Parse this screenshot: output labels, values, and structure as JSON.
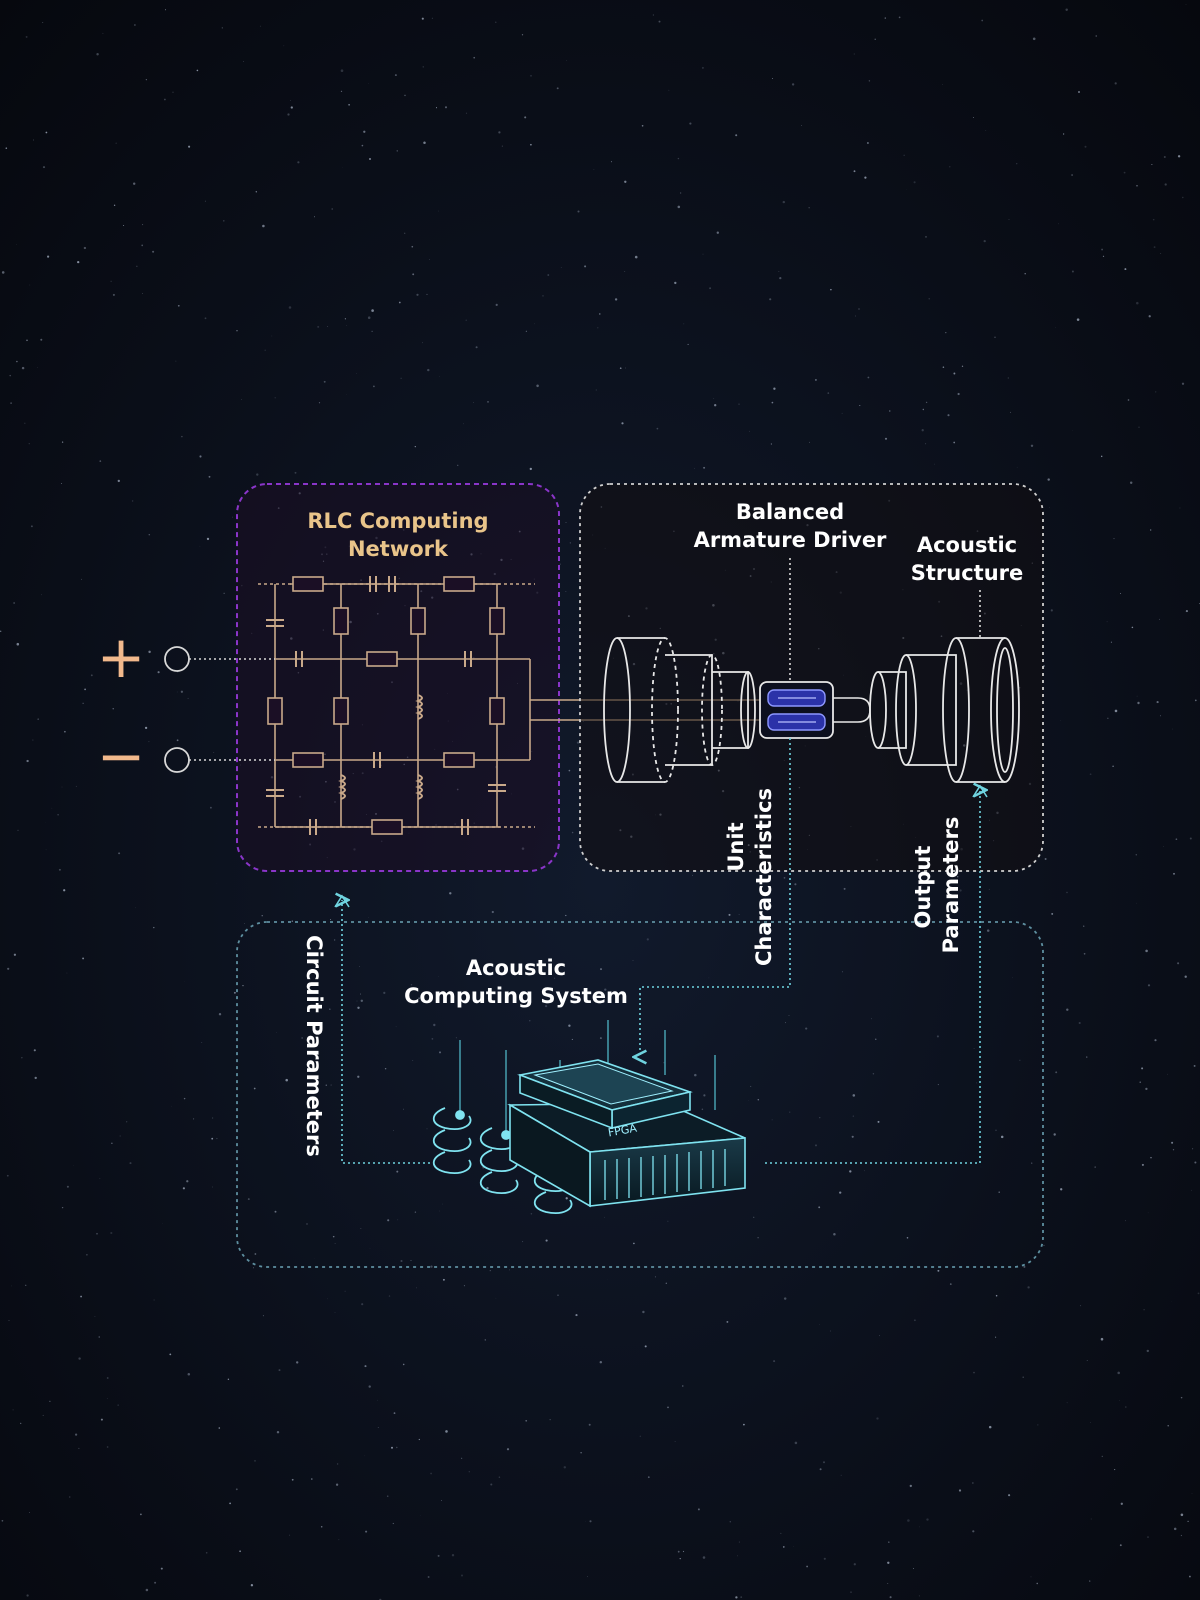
{
  "labels": {
    "rlc_line1": "RLC Computing",
    "rlc_line2": "Network",
    "ba_line1": "Balanced",
    "ba_line2": "Armature Driver",
    "as_line1": "Acoustic",
    "as_line2": "Structure",
    "acs_line1": "Acoustic",
    "acs_line2": "Computing System",
    "unit_line1": "Unit",
    "unit_line2": "Characteristics",
    "output_line1": "Output",
    "output_line2": "Parameters",
    "circuit": "Circuit Parameters",
    "plus": "+",
    "minus": "−",
    "chip": "FPGA"
  },
  "colors": {
    "background": "#07090f",
    "rlc_label": "#e9c48a",
    "rlc_border": "#8a35c9",
    "circuit": "#c9a98a",
    "terminal_sign": "#f2b98c",
    "white_label": "#ffffff",
    "driver_border": "#cfcfcf",
    "system_border": "#5e8fa0",
    "arrow": "#6fd3df",
    "chip": "#7fe3f0",
    "armature": "#6d7cff"
  }
}
